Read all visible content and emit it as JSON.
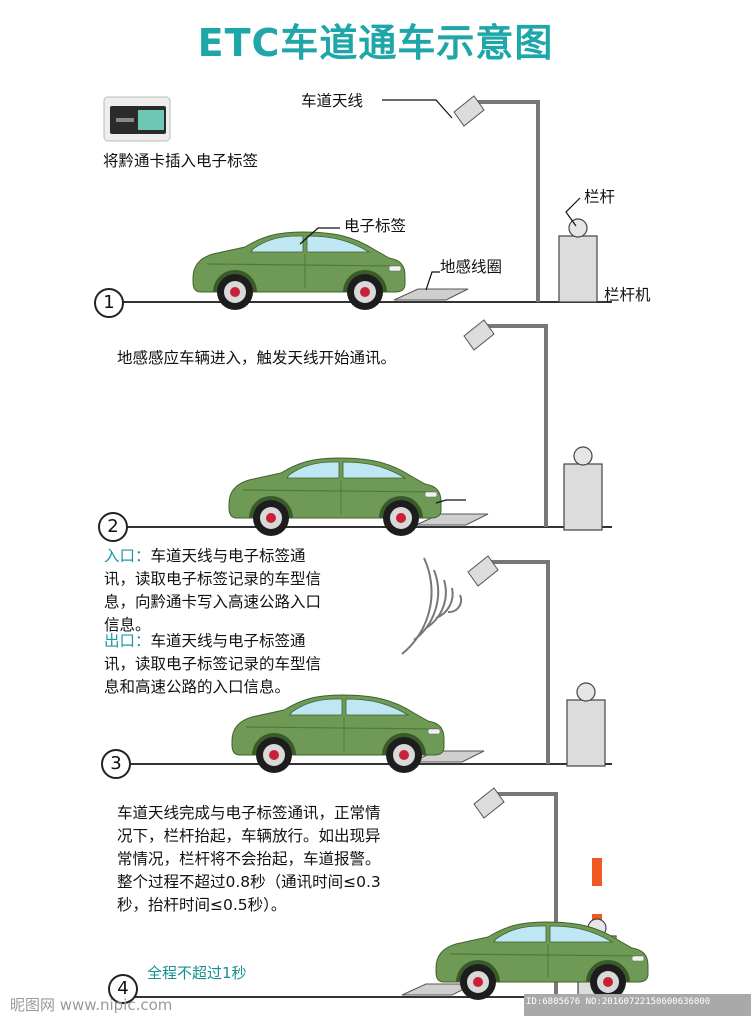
{
  "title": "ETC车道通车示意图",
  "labels": {
    "antenna": "车道天线",
    "card_insert": "将黔通卡插入电子标签",
    "tag": "电子标签",
    "loop": "地感线圈",
    "barrier_arm": "栏杆",
    "barrier_machine": "栏杆机"
  },
  "steps": [
    {
      "num": "1"
    },
    {
      "num": "2",
      "text": "地感感应车辆进入，触发天线开始通讯。"
    },
    {
      "num": "3",
      "entry_label": "入口：",
      "entry_lines": [
        "车道天线与电子标签通",
        "讯，读取电子标签记录的车型信",
        "息，向黔通卡写入高速公路入口",
        "信息。"
      ],
      "exit_label": "出口：",
      "exit_lines": [
        "车道天线与电子标签通",
        "讯，读取电子标签记录的车型信",
        "息和高速公路的入口信息。"
      ]
    },
    {
      "num": "4",
      "lines": [
        "车道天线完成与电子标签通讯，正常情",
        "况下，栏杆抬起，车辆放行。如出现异",
        "常情况，栏杆将不会抬起，车道报警。",
        "整个过程不超过0.8秒（通讯时间≤0.3",
        "秒，抬杆时间≤0.5秒）。"
      ],
      "note": "全程不超过1秒"
    }
  ],
  "watermark": {
    "left": "昵图网 www.nipic.com",
    "right": "ID:6805676 NO:20160722150600636000"
  },
  "colors": {
    "title": "#1fa6a8",
    "car_body": "#6f9a55",
    "car_dark": "#4e7a3c",
    "pole": "#777777",
    "barrier_red": "#f05a22",
    "highlight_label": "#1b9aa6"
  }
}
